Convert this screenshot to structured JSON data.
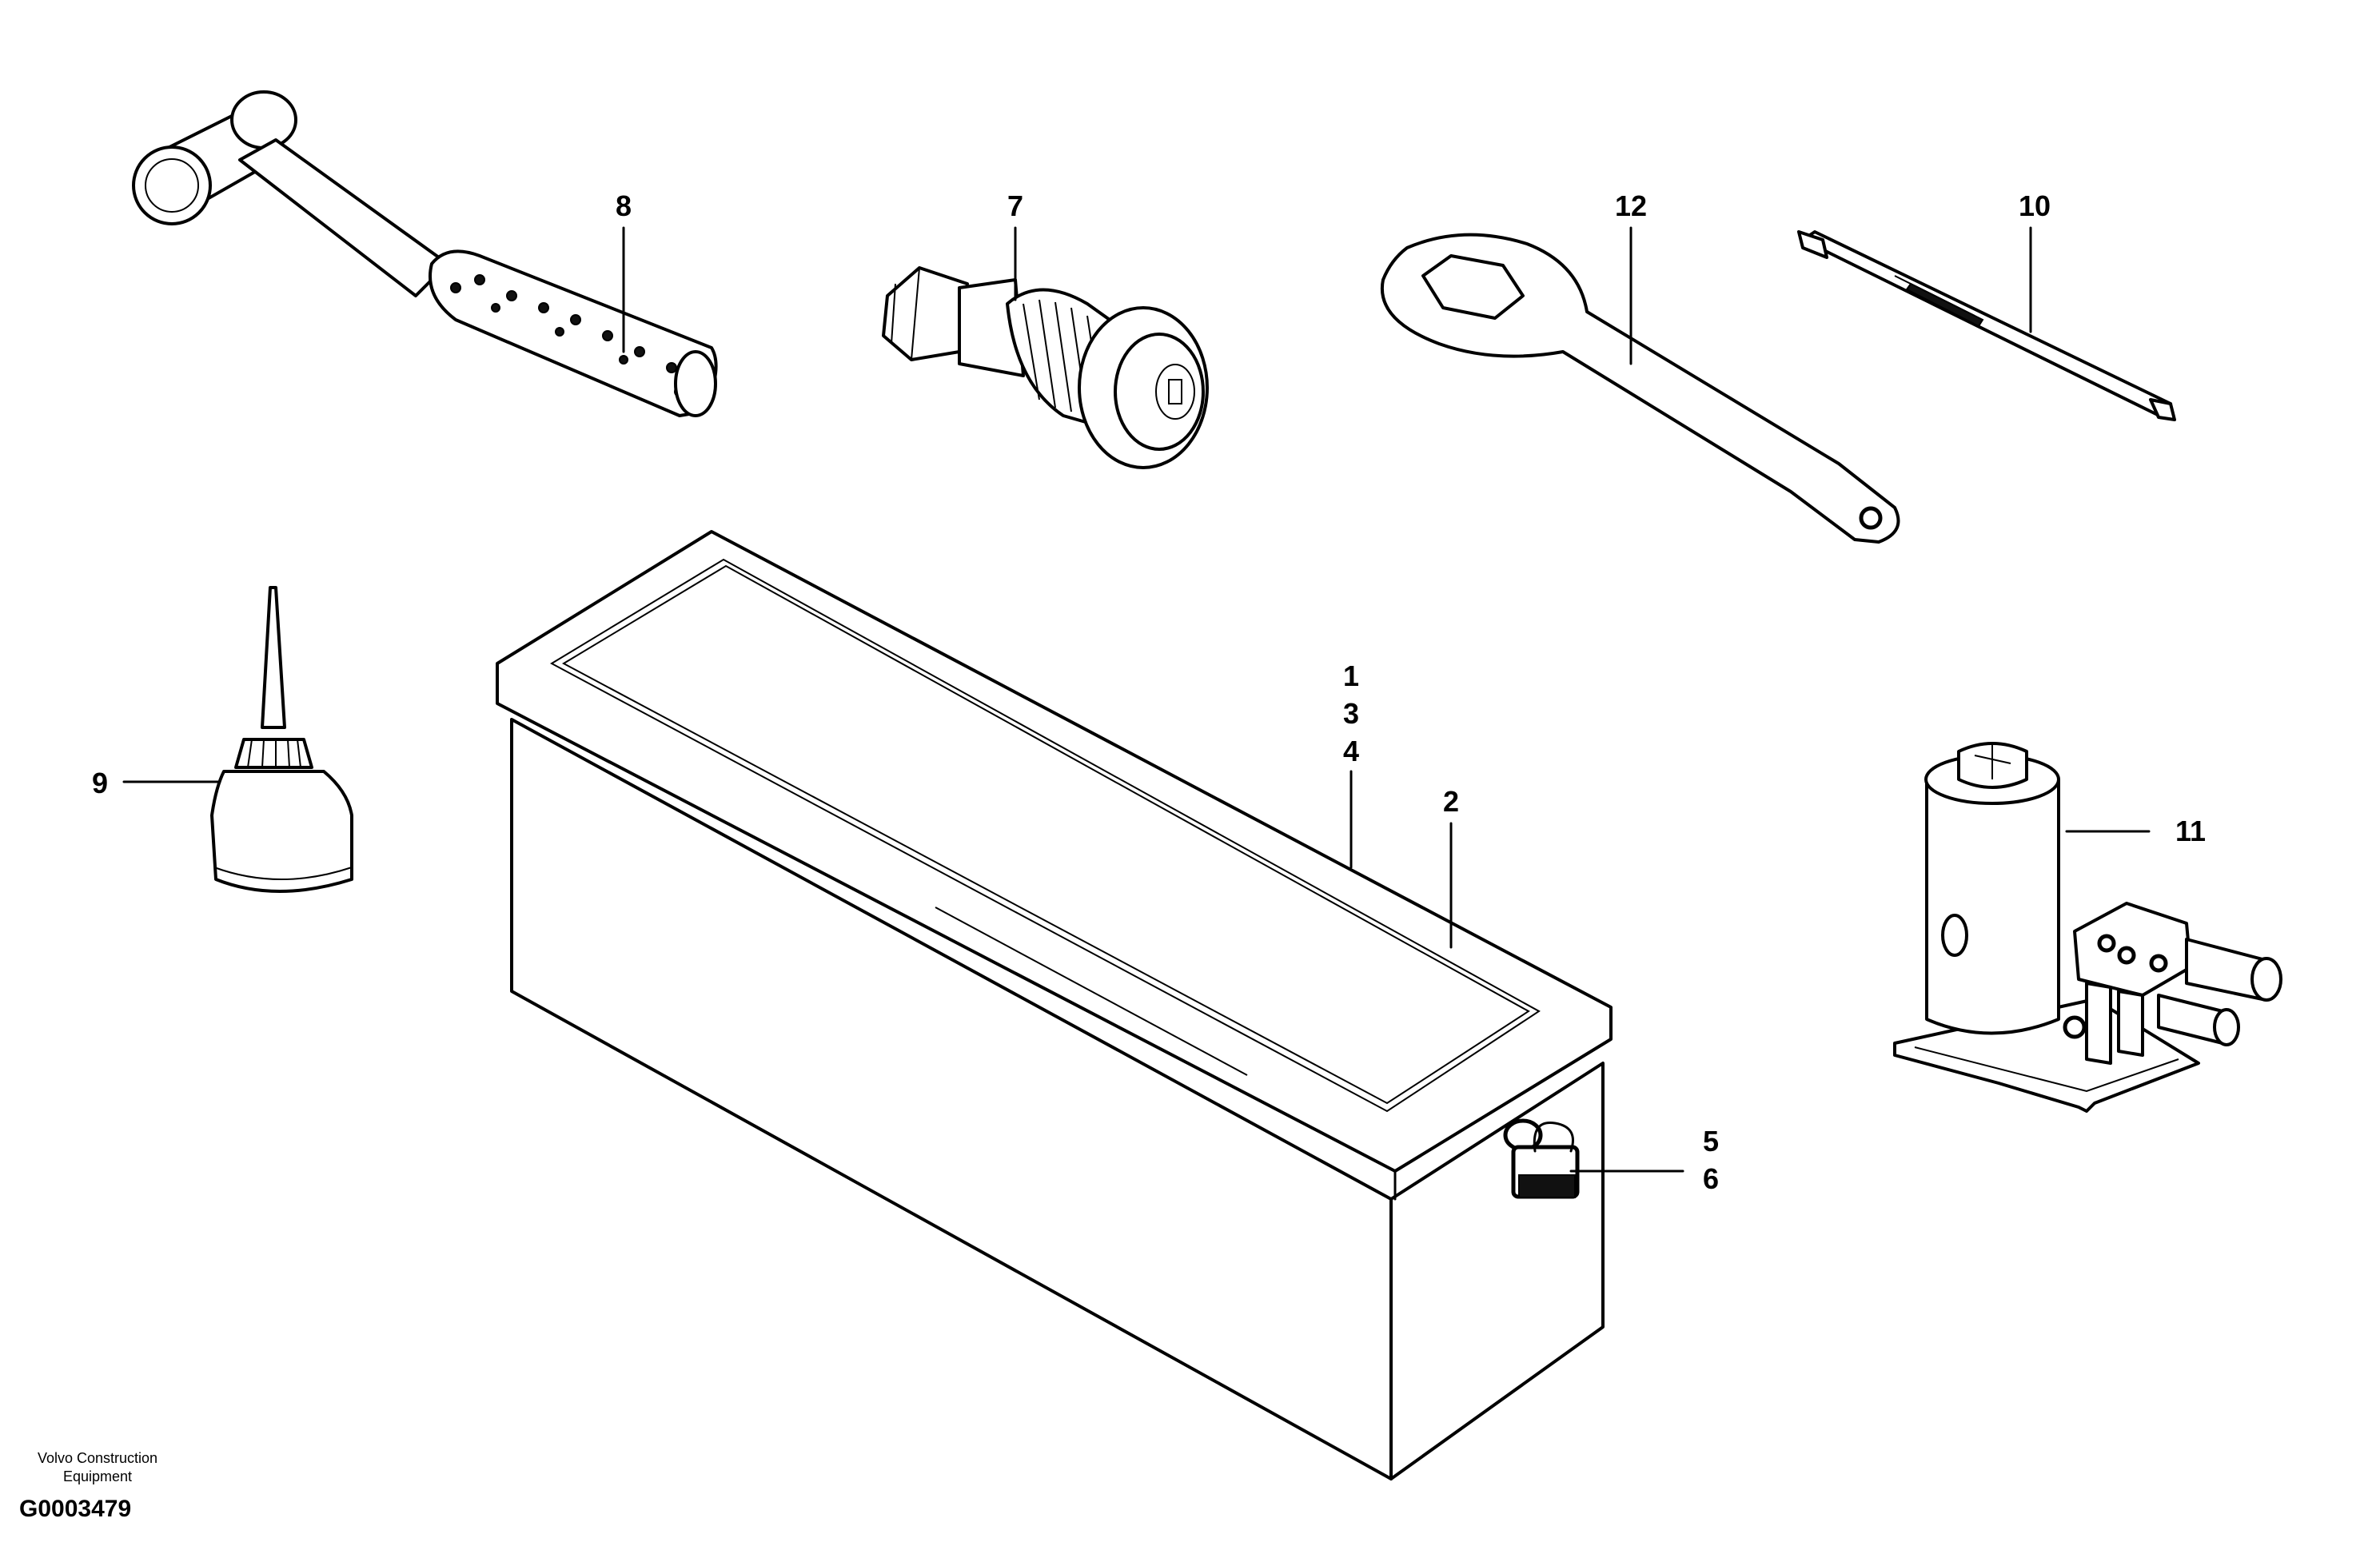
{
  "callouts": {
    "c1": "1",
    "c2": "2",
    "c3": "3",
    "c4": "4",
    "c5": "5",
    "c6": "6",
    "c7": "7",
    "c8": "8",
    "c9": "9",
    "c10": "10",
    "c11": "11",
    "c12": "12"
  },
  "footer": {
    "brand_line1": "Volvo Construction",
    "brand_line2": "Equipment",
    "document_id": "G0003479"
  }
}
